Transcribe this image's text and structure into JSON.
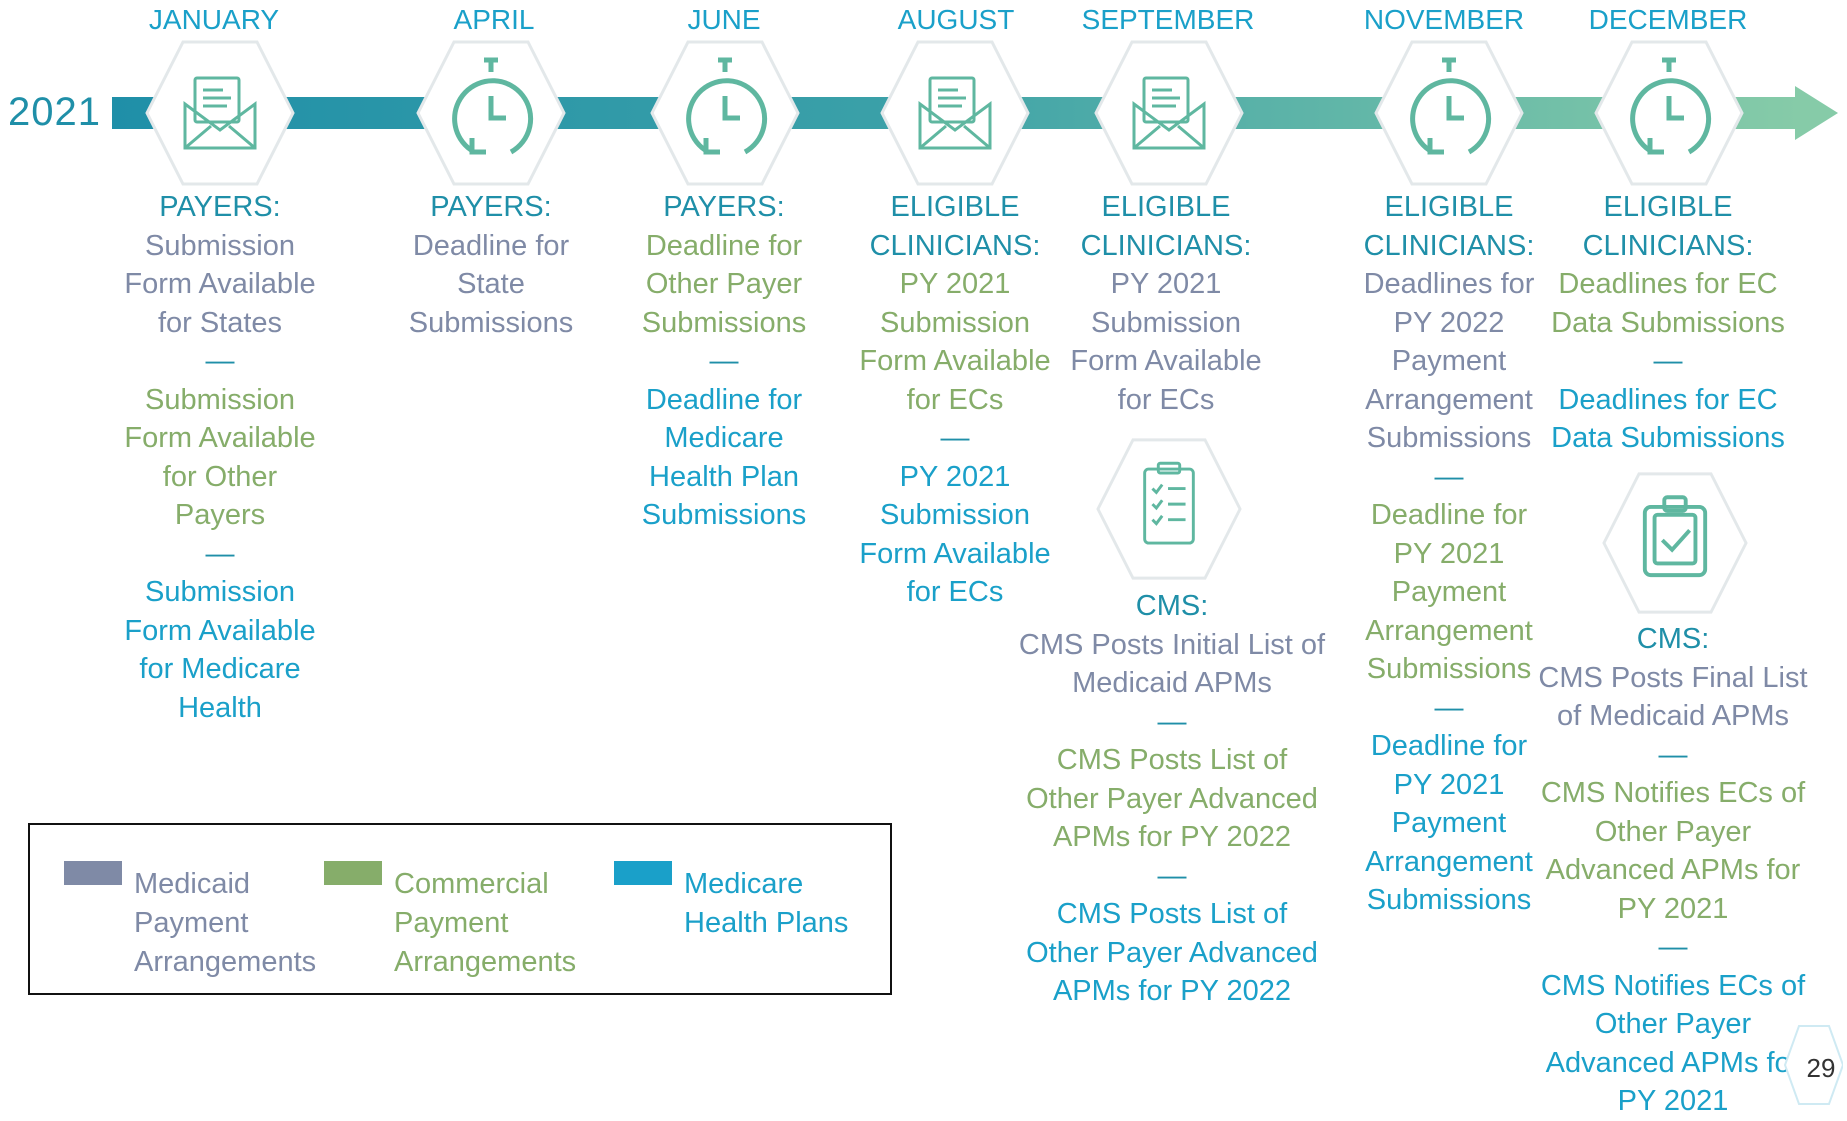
{
  "year": "2021",
  "colors": {
    "medicaid": "#7f8aa6",
    "commercial": "#86ad6a",
    "medicare": "#1aa0c9",
    "label": "#1f8fa8",
    "arrow_start": "#1f8fa8",
    "arrow_end": "#7fc7a8"
  },
  "months": [
    "JANUARY",
    "APRIL",
    "JUNE",
    "AUGUST",
    "SEPTEMBER",
    "NOVEMBER",
    "DECEMBER"
  ],
  "icons": [
    "envelope-icon",
    "clock-icon",
    "clock-icon",
    "envelope-icon",
    "envelope-icon",
    "clock-icon",
    "clock-icon"
  ],
  "columns": {
    "january": {
      "label": "PAYERS:",
      "item1": "Submission Form Available for States",
      "item2": "Submission Form Available for Other Payers",
      "item3": "Submission Form Available for Medicare Health"
    },
    "april": {
      "label": "PAYERS:",
      "item1": "Deadline for State Submissions"
    },
    "june": {
      "label": "PAYERS:",
      "item1": "Deadline for Other Payer Submissions",
      "item2": "Deadline for Medicare Health Plan Submissions"
    },
    "august": {
      "label": "ELIGIBLE CLINICIANS:",
      "item1": "PY 2021 Submission Form Available for ECs",
      "item2": "PY 2021 Submission Form Available for ECs"
    },
    "september": {
      "label": "ELIGIBLE CLINICIANS:",
      "item1": "PY 2021 Submission Form Available for ECs",
      "cms_label": "CMS:",
      "cms1": "CMS Posts Initial List of Medicaid APMs",
      "cms2": "CMS Posts List of Other Payer Advanced APMs for PY 2022",
      "cms3": "CMS Posts List of Other Payer Advanced APMs for PY 2022"
    },
    "november": {
      "label": "ELIGIBLE CLINICIANS:",
      "item1": "Deadlines for PY 2022 Payment Arrangement Submissions",
      "item2": "Deadline for PY 2021 Payment Arrangement Submissions",
      "item3": "Deadline for PY 2021 Payment Arrangement Submissions"
    },
    "december": {
      "label": "ELIGIBLE CLINICIANS:",
      "item1": "Deadlines for EC Data Submissions",
      "item2": "Deadlines for EC Data Submissions",
      "cms_label": "CMS:",
      "cms1": "CMS Posts Final List of Medicaid APMs",
      "cms2": "CMS Notifies ECs of Other Payer Advanced APMs for PY 2021",
      "cms3": "CMS Notifies ECs of Other Payer Advanced APMs for PY 2021"
    }
  },
  "separator": "—",
  "legend": {
    "medicaid": "Medicaid Payment Arrangements",
    "commercial": "Commercial Payment Arrangements",
    "medicare": "Medicare Health Plans"
  },
  "page_number": "29"
}
